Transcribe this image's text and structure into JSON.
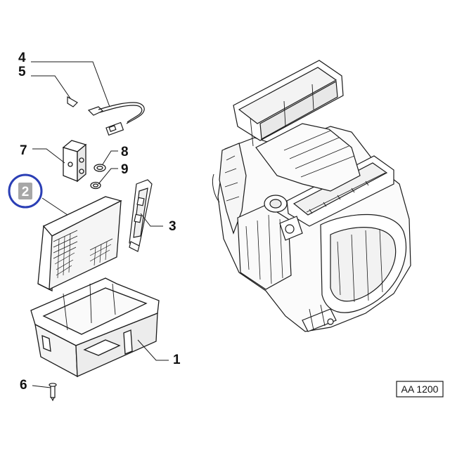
{
  "diagram": {
    "callouts": [
      {
        "id": "4",
        "label": "4"
      },
      {
        "id": "5",
        "label": "5"
      },
      {
        "id": "7",
        "label": "7"
      },
      {
        "id": "8",
        "label": "8"
      },
      {
        "id": "9",
        "label": "9"
      },
      {
        "id": "2",
        "label": "2",
        "highlighted": true
      },
      {
        "id": "3",
        "label": "3"
      },
      {
        "id": "1",
        "label": "1"
      },
      {
        "id": "6",
        "label": "6"
      }
    ],
    "reference_code": "AA 1200",
    "colors": {
      "line": "#1a1a1a",
      "highlight_ring": "#2b3fb5",
      "highlight_fill": "#a7a7a7"
    }
  }
}
